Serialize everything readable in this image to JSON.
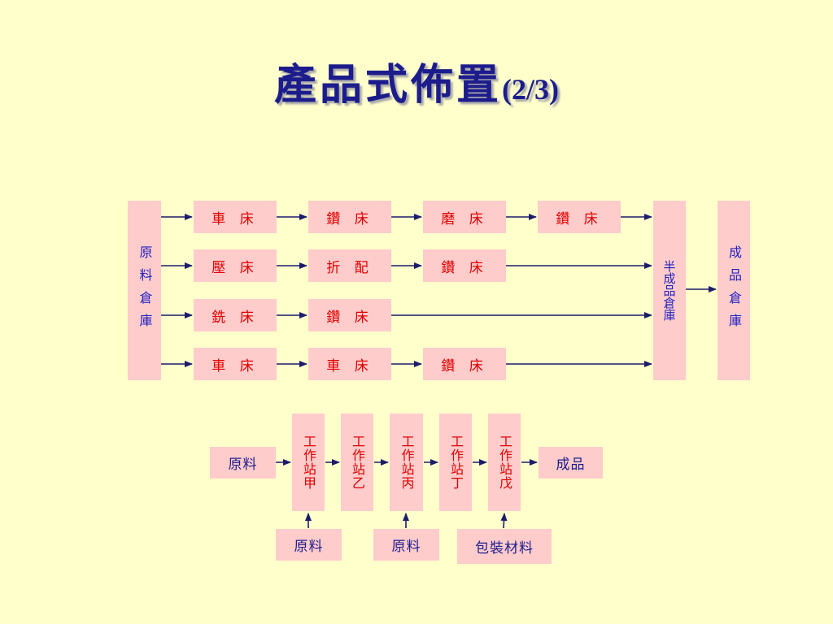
{
  "title": {
    "main": "產品式佈置",
    "sub": "(2/3)"
  },
  "process_layout": {
    "raw_store": "原料倉庫",
    "rows": [
      [
        "車 床",
        "鑽 床",
        "磨 床",
        "鑽 床"
      ],
      [
        "壓 床",
        "折 配",
        "鑽 床"
      ],
      [
        "銑 床",
        "鑽 床"
      ],
      [
        "車 床",
        "車 床",
        "鑽 床"
      ]
    ],
    "semi_store": "半成品倉庫",
    "finished_store": "成品倉庫"
  },
  "line_layout": {
    "input": "原料",
    "stations": [
      "工作站甲",
      "工作站乙",
      "工作站丙",
      "工作站丁",
      "工作站戊"
    ],
    "output": "成品",
    "feeds": [
      "原料",
      "原料",
      "包裝材料"
    ]
  },
  "colors": {
    "background": "#FFFFCC",
    "box": "#FFCCCC",
    "title": "#1C1C8C",
    "machine_text": "#E00000",
    "store_text": "#2020C0",
    "arrow": "#1C1C6C"
  }
}
